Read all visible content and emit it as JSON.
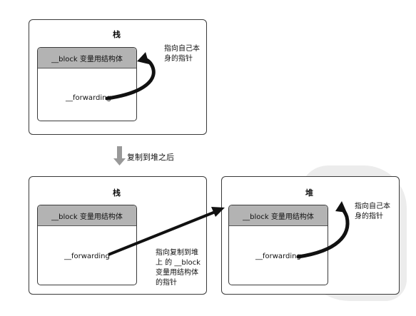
{
  "top": {
    "title": "栈",
    "struct_label": "__block 变量用结构体",
    "field_label": "__forwarding",
    "note_line1": "指向自己本",
    "note_line2": "身的指针"
  },
  "transition_label": "复制到堆之后",
  "bottom_left": {
    "title": "栈",
    "struct_label": "__block 变量用结构体",
    "field_label": "__forwarding",
    "note_line1": "指向复制到堆",
    "note_line2": "上 的 __block",
    "note_line3": "变量用结构体",
    "note_line4": "的指针"
  },
  "bottom_right": {
    "title": "堆",
    "struct_label": "__block 变量用结构体",
    "field_label": "__forwarding",
    "note_line1": "指向自己本",
    "note_line2": "身的指针"
  }
}
